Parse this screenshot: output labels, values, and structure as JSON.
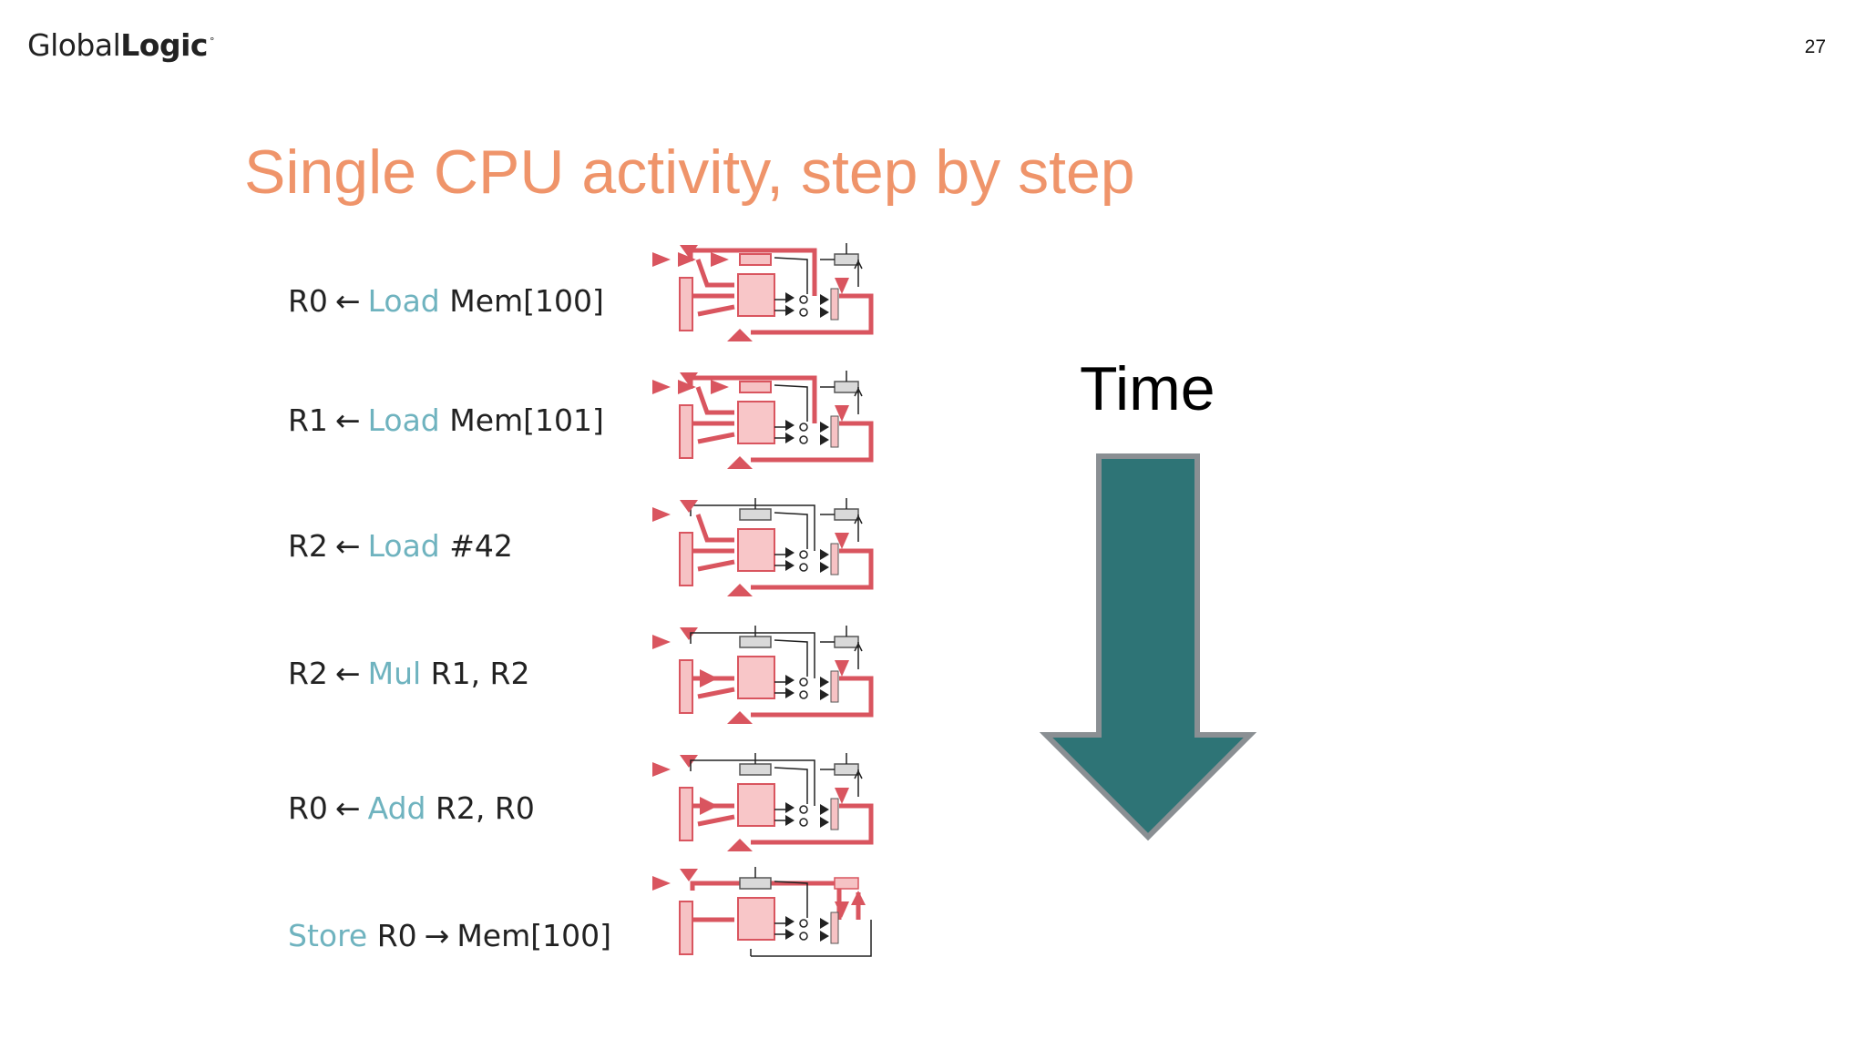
{
  "header": {
    "logo_regular": "Global",
    "logo_bold": "Logic",
    "logo_mark": "°",
    "page_number": "27"
  },
  "title": "Single CPU activity, step by step",
  "time_label": "Time",
  "colors": {
    "title": "#ef946a",
    "opcode": "#6fb3bf",
    "datapath_active": "#d9555f",
    "datapath_fill": "#f6c2c4",
    "arrow_fill": "#2e7476",
    "arrow_stroke": "#8a8f93"
  },
  "steps": [
    {
      "pre": "R0",
      "arrow1": "←",
      "op": "Load",
      "post": "Mem[100]"
    },
    {
      "pre": "R1",
      "arrow1": "←",
      "op": "Load",
      "post": "Mem[101]"
    },
    {
      "pre": "R2",
      "arrow1": "←",
      "op": "Load",
      "post": "#42"
    },
    {
      "pre": "R2",
      "arrow1": "←",
      "op": "Mul",
      "post": "R1, R2"
    },
    {
      "pre": "R0",
      "arrow1": "←",
      "op": "Add",
      "post": "R2, R0"
    },
    {
      "op": "Store",
      "pre": "R0",
      "arrow1": "→",
      "post": "Mem[100]"
    }
  ]
}
